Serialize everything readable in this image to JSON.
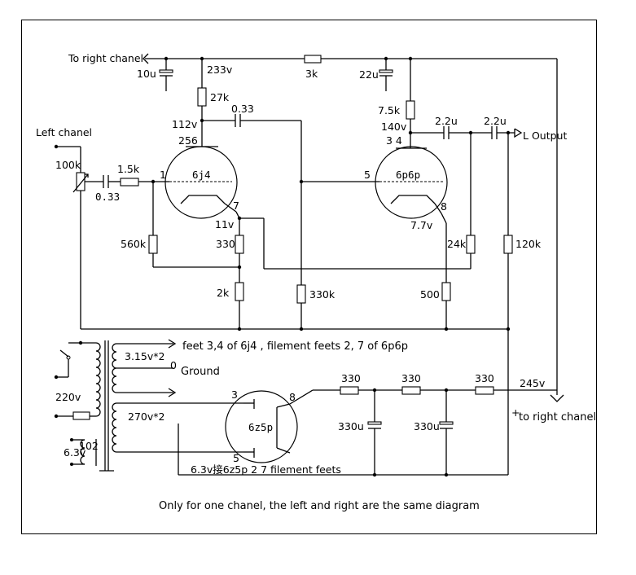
{
  "labels": {
    "to_right_top": "To right chanel",
    "c_10u": "10u",
    "v_233": "233v",
    "r_3k": "3k",
    "c_22u": "22u",
    "r_27k": "27k",
    "c_033_top": "0.33",
    "v_112": "112v",
    "pins_256": "256",
    "tube_6j4": "6j4",
    "pin_1": "1",
    "pin_7": "7",
    "left_chanel": "Left chanel",
    "pot_100k": "100k",
    "c_033_in": "0.33",
    "r_15k": "1.5k",
    "v_11": "11v",
    "r_560k": "560k",
    "r_330_cath": "330",
    "r_2k": "2k",
    "r_330k": "330k",
    "r_75k": "7.5k",
    "v_140": "140v",
    "pins_34": "3 4",
    "c_22u_a": "2.2u",
    "c_22u_b": "2.2u",
    "output": "L  Output",
    "tube_6p6p": "6p6p",
    "pin_5": "5",
    "pin_8": "8",
    "v_77": "7.7v",
    "r_24k": "24k",
    "r_120k": "120k",
    "r_500": "500",
    "feet_note": "feet 3,4 of 6j4 , filement feets 2, 7 of 6p6p",
    "v_315": "3.15v*2",
    "zero": "0",
    "ground": "Ground",
    "v_220": "220v",
    "v_270": "270v*2",
    "v_63": "6.3v",
    "v_102": "102",
    "tube_6z5p": "6z5p",
    "rect_pin3": "3",
    "rect_pin8": "8",
    "rect_pin5": "5",
    "rect_note": "6.3v接6z5p 2 7 filement feets",
    "r_330_f1": "330",
    "r_330_f2": "330",
    "r_330_f3": "330",
    "v_245": "245v",
    "c_330u_1": "330u",
    "c_330u_2": "330u",
    "plus": "+",
    "to_right_bottom": "to right chanel",
    "caption": "Only for one chanel, the left and right are the same diagram"
  }
}
